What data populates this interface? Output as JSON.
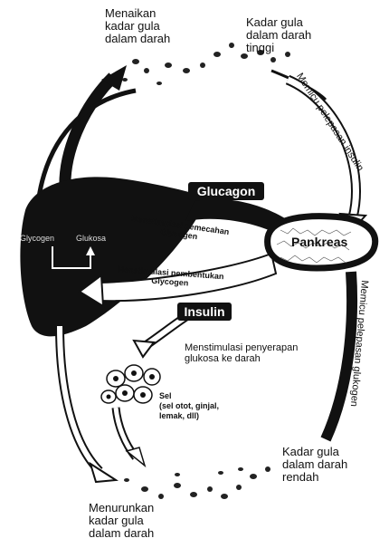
{
  "labels": {
    "raise": "Menaikan\nkadar gula\ndalam darah",
    "high": "Kadar gula\ndalam darah\ntinggi",
    "trigger_insulin": "Memicu pelepasan insulin",
    "glucagon": "Glucagon",
    "stimulate_breakdown": "Menstimulasi pemecahan\nGlycogen",
    "stimulate_formation": "Menstimulasi pembentukan\nGlycogen",
    "glycogen": "Glycogen",
    "glukosa": "Glukosa",
    "pankreas": "Pankreas",
    "insulin": "Insulin",
    "stimulate_uptake": "Menstimulasi penyerapan\nglukosa ke darah",
    "cell": "Sel\n(sel otot, ginjal,\nlemak, dll)",
    "trigger_glucagon": "Memicu pelepasan glukogen",
    "low": "Kadar gula\ndalam darah\nrendah",
    "lower": "Menurunkan\nkadar gula\ndalam darah"
  }
}
